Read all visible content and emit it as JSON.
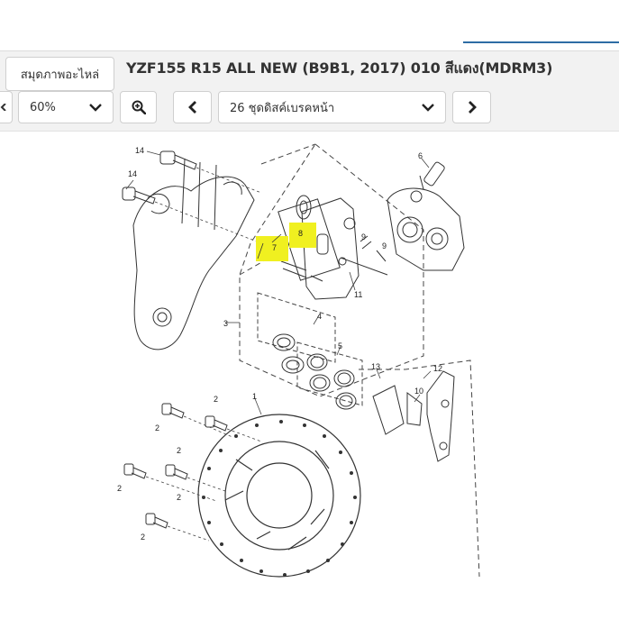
{
  "toolbar": {
    "catalog_button_label": "สมุดภาพอะไหล่",
    "zoom_value": "60%",
    "section_select_value": "26 ชุดดิสค์เบรคหน้า"
  },
  "model_title": "YZF155 R15 ALL NEW (B9B1, 2017) 010 สีแดง(MDRM3)",
  "diagram": {
    "part_numbers": [
      "14",
      "14",
      "6",
      "8",
      "7",
      "9",
      "9",
      "11",
      "3",
      "4",
      "5",
      "13",
      "12",
      "10",
      "2",
      "2",
      "2",
      "2",
      "2",
      "2",
      "1"
    ],
    "highlighted_parts": [
      "7",
      "8"
    ],
    "highlight_color": "#f0f020"
  },
  "icons": {
    "zoom_in": "zoom-in-icon",
    "prev": "chevron-left-icon",
    "next": "chevron-right-icon",
    "dropdown": "chevron-down-icon"
  }
}
